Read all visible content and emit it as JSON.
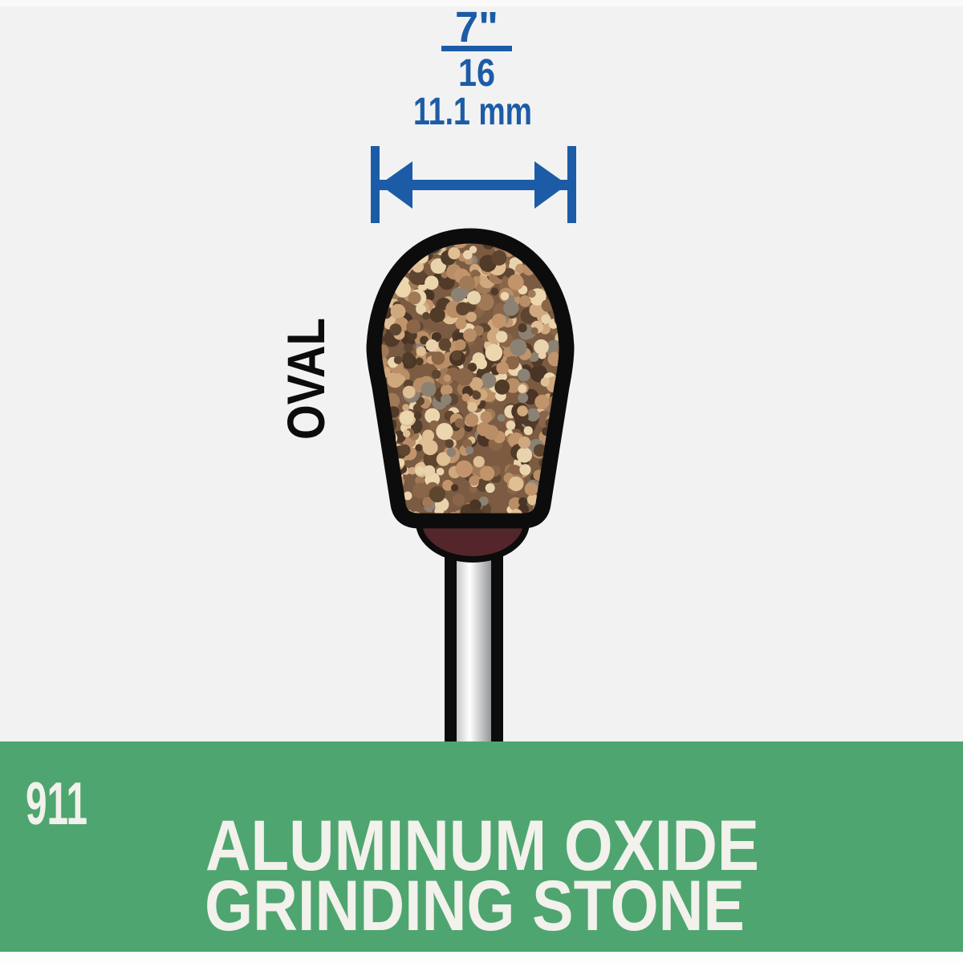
{
  "product_diagram": {
    "dimension": {
      "numerator": "7\"",
      "denominator": "16",
      "metric": "11.1 mm"
    },
    "shape_label": "OVAL",
    "banner": {
      "model_number": "911",
      "title_line1": "ALUMINUM OXIDE",
      "title_line2": "GRINDING STONE"
    },
    "colors": {
      "dimension_blue": "#1c5ca6",
      "banner_green": "#4fa56f",
      "banner_text_white": "#f2f1ec",
      "outline_black": "#0c0c0c",
      "collar_maroon": "#54262c",
      "background_gray": "#f2f2f2",
      "stone_base": "#7b5b41",
      "stone_speckles": [
        "#503a28",
        "#5d4530",
        "#8a6547",
        "#a07a56",
        "#c1946b",
        "#cfa87e",
        "#e0bf94",
        "#ecd6ae",
        "#8b8274",
        "#e9d3ad",
        "#4a3426",
        "#b98e66"
      ]
    }
  }
}
